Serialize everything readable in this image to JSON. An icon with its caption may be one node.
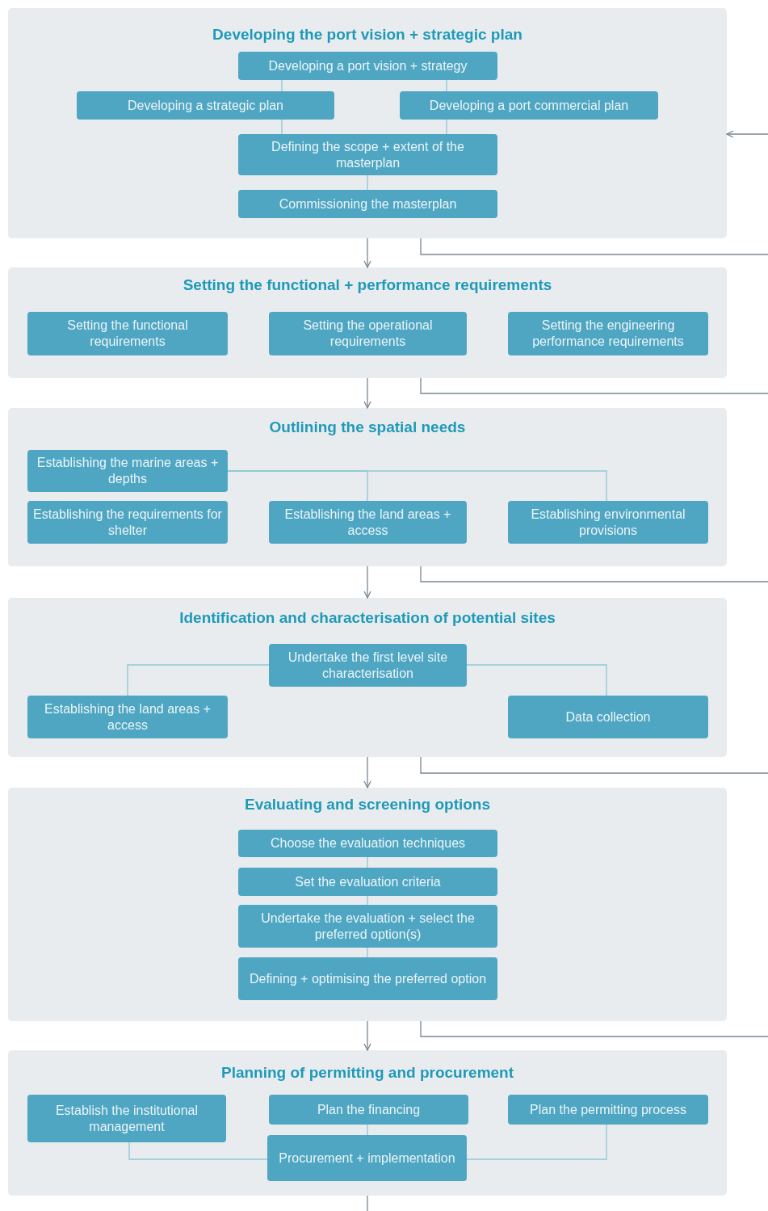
{
  "diagram": {
    "nodes": [
      {
        "text": [
          "Developing the port vision + strategic plan"
        ]
      },
      {
        "text": [
          "Developing a port vision + strategy"
        ],
        "in": 0
      },
      {
        "text": [
          "Developing a strategic plan"
        ],
        "in": 0
      },
      {
        "text": [
          "Developing a port commercial plan"
        ],
        "in": 0
      },
      {
        "text": [
          "Defining the scope + extent of the masterplan"
        ],
        "in": 0
      },
      {
        "text": [
          "Commissioning the masterplan"
        ],
        "in": 0
      },
      {
        "text": [
          "Setting the functional + performance requirements"
        ]
      },
      {
        "text": [
          "Setting the functional requirements"
        ],
        "in": 6
      },
      {
        "text": [
          "Setting the operational requirements"
        ],
        "in": 6
      },
      {
        "text": [
          "Setting the engineering performance requirements"
        ],
        "in": 6
      },
      {
        "text": [
          "Outlining the spatial needs"
        ]
      },
      {
        "text": [
          "Establishing the marine areas + depths"
        ],
        "in": 10
      },
      {
        "text": [
          "Establishing the requirements for shelter"
        ],
        "in": 10
      },
      {
        "text": [
          "Establishing the land areas + access"
        ],
        "in": 10
      },
      {
        "text": [
          "Establishing environmental provisions"
        ],
        "in": 10
      },
      {
        "text": [
          "Identification and characterisation of potential sites"
        ]
      },
      {
        "text": [
          "Undertake the first level site characterisation"
        ],
        "in": 15
      },
      {
        "text": [
          "Establishing the land areas + access"
        ],
        "in": 15
      },
      {
        "text": [
          "Data collection"
        ],
        "in": 15
      },
      {
        "text": [
          "Evaluating and screening options"
        ]
      },
      {
        "text": [
          "Choose the evaluation techniques"
        ],
        "in": 19
      },
      {
        "text": [
          "Set the evaluation criteria"
        ],
        "in": 19
      },
      {
        "text": [
          "Undertake the evaluation + select the preferred option(s)"
        ],
        "in": 19
      },
      {
        "text": [
          "Defining + optimising the preferred option"
        ],
        "in": 19
      },
      {
        "text": [
          "Planning of permitting and procurement"
        ]
      },
      {
        "text": [
          "Establish the institutional management"
        ],
        "in": 24
      },
      {
        "text": [
          "Plan the financing"
        ],
        "in": 24
      },
      {
        "text": [
          "Plan the permitting process"
        ],
        "in": 24
      },
      {
        "text": [
          "Procurement + implementation"
        ],
        "in": 24
      }
    ],
    "edges": [
      {
        "from": 1,
        "to": 2,
        "arrow": "none"
      },
      {
        "from": 1,
        "to": 3,
        "arrow": "none"
      },
      {
        "from": 2,
        "to": 4,
        "arrow": "none"
      },
      {
        "from": 3,
        "to": 4,
        "arrow": "none"
      },
      {
        "from": 4,
        "to": 5,
        "arrow": "none"
      },
      {
        "from": 11,
        "to": 13,
        "arrow": "none"
      },
      {
        "from": 11,
        "to": 14,
        "arrow": "none"
      },
      {
        "from": 16,
        "to": 17,
        "arrow": "none"
      },
      {
        "from": 16,
        "to": 18,
        "arrow": "none"
      },
      {
        "from": 20,
        "to": 21,
        "arrow": "none"
      },
      {
        "from": 21,
        "to": 22,
        "arrow": "none"
      },
      {
        "from": 22,
        "to": 23,
        "arrow": "none"
      },
      {
        "from": 26,
        "to": 28,
        "arrow": "none"
      },
      {
        "from": 25,
        "to": 28,
        "arrow": "none"
      },
      {
        "from": 27,
        "to": 28,
        "arrow": "none"
      },
      {
        "from": 0,
        "to": 6,
        "arrow": "to",
        "color": "#7a8690"
      },
      {
        "from": 6,
        "to": 10,
        "arrow": "to",
        "color": "#7a8690"
      },
      {
        "from": 10,
        "to": 15,
        "arrow": "to",
        "color": "#7a8690"
      },
      {
        "from": 15,
        "to": 19,
        "arrow": "to",
        "color": "#7a8690"
      },
      {
        "from": 19,
        "to": 24,
        "arrow": "to",
        "color": "#7a8690"
      },
      {
        "from": 0,
        "to": null,
        "arrow": "none",
        "color": "#7a8690"
      },
      {
        "from": 6,
        "to": null,
        "arrow": "none",
        "color": "#7a8690"
      },
      {
        "from": 10,
        "to": null,
        "arrow": "none",
        "color": "#7a8690"
      },
      {
        "from": 15,
        "to": null,
        "arrow": "none",
        "color": "#7a8690"
      },
      {
        "from": 19,
        "to": null,
        "arrow": "none",
        "color": "#7a8690"
      },
      {
        "from": 24,
        "to": null,
        "arrow": "none",
        "color": "#7a8690"
      },
      {
        "from": null,
        "to": 0,
        "arrow": "to",
        "color": "#7a8690"
      }
    ]
  }
}
